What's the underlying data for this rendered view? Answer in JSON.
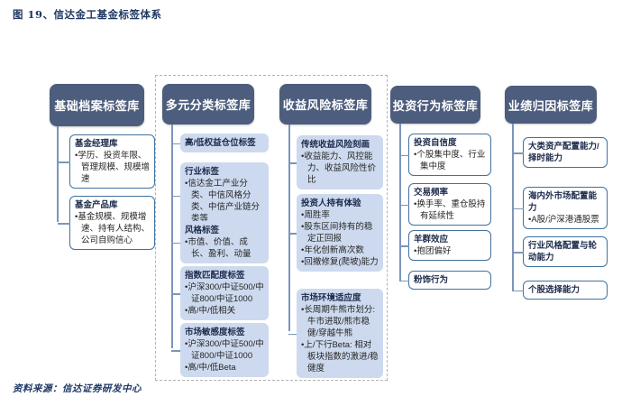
{
  "title": "图 19、信达金工基金标签体系",
  "source": "资料来源：信达证券研发中心",
  "bullet_char": "•",
  "colors": {
    "header_bg": "#4d5d7d",
    "light_box_bg": "#cdd9ee",
    "box_border": "#41719c",
    "connector": "#7c95bb",
    "navy": "#1f3864",
    "dashed": "#b3b3b3"
  },
  "columns": [
    {
      "header": "基础档案标签库",
      "boxes": [
        {
          "title": "基金经理库",
          "bullets": [
            "学历、投资年限、管理规模、规模增速"
          ]
        },
        {
          "title": "基金产品库",
          "bullets": [
            "基金规模、规模增速、持有人结构、公司自购信心"
          ]
        }
      ]
    },
    {
      "header": "多元分类标签库",
      "boxes": [
        {
          "title": "高/低权益仓位标签",
          "bullets": []
        },
        {
          "title": "行业标签",
          "bullets": [
            "信达金工产业分类、中信风格分类、中信产业链分类等"
          ]
        },
        {
          "title": "风格标签",
          "bullets": [
            "市值、价值、成长、盈利、动量"
          ]
        },
        {
          "title": "指数匹配度标签",
          "bullets": [
            "沪深300/中证500/中证800/中证1000",
            "高/中/低相关"
          ]
        },
        {
          "title": "市场敏感度标签",
          "bullets": [
            "沪深300/中证500/中证800/中证1000",
            "高/中/低Beta"
          ]
        }
      ]
    },
    {
      "header": "收益风险标签库",
      "boxes": [
        {
          "title": "传统收益风险刻画",
          "bullets": [
            "收益能力、风控能力、收益风险性价比"
          ]
        },
        {
          "title": "投资人持有体验",
          "bullets": [
            "周胜率",
            "股东区间持有的稳定正回报",
            "年化创新高次数",
            "回撤修复(爬坡)能力"
          ]
        },
        {
          "title": "市场环境适应度",
          "bullets": [
            "长周期牛熊市划分: 牛市进取/熊市稳健/穿越牛熊",
            "上/下行Beta: 相对板块指数的激进/稳健度"
          ]
        }
      ]
    },
    {
      "header": "投资行为标签库",
      "boxes": [
        {
          "title": "投资自信度",
          "bullets": [
            "个股集中度、行业集中度"
          ]
        },
        {
          "title": "交易频率",
          "bullets": [
            "换手率、重仓股持有延续性"
          ]
        },
        {
          "title": "羊群效应",
          "bullets": [
            "抱团偏好"
          ]
        },
        {
          "title": "粉饰行为",
          "bullets": []
        }
      ]
    },
    {
      "header": "业绩归因标签库",
      "boxes": [
        {
          "title": "大类资产配置能力/择时能力",
          "bullets": []
        },
        {
          "title": "海内外市场配置能力",
          "bullets": [
            "A股/沪深港通股票"
          ]
        },
        {
          "title": "行业风格配置与轮动能力",
          "bullets": []
        },
        {
          "title": "个股选择能力",
          "bullets": []
        }
      ]
    }
  ]
}
